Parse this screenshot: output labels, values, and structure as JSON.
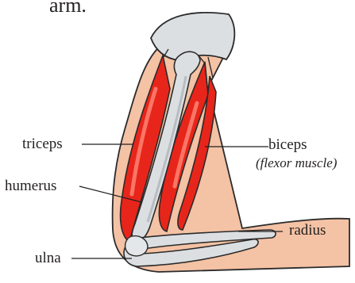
{
  "header_fragment": "arm.",
  "labels": {
    "triceps": "triceps",
    "humerus": "humerus",
    "ulna": "ulna",
    "biceps": "biceps",
    "biceps_note": "(flexor muscle)",
    "radius": "radius"
  },
  "colors": {
    "skin": "#f4c2a4",
    "skin_outline": "#2b2b2b",
    "muscle": "#e8251a",
    "muscle_highlight": "#ff8a78",
    "bone": "#dcdfe2",
    "bone_shadow": "#b8bdc2",
    "text": "#231f20"
  }
}
